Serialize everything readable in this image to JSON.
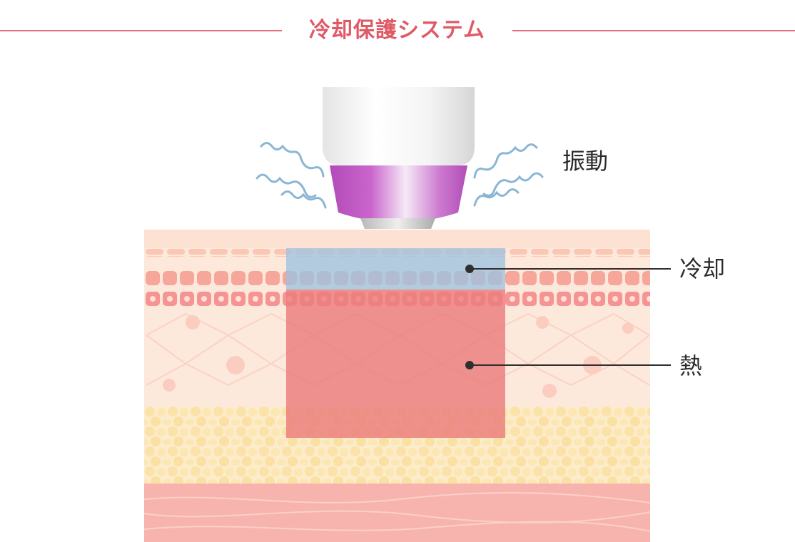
{
  "title": "冷却保護システム",
  "labels": {
    "vibration": "振動",
    "cooling": "冷却",
    "heat": "熱"
  },
  "colors": {
    "accent": "#e05a66",
    "cooling_zone": "#9ec3e0",
    "heat_zone": "#ea7d7d",
    "probe_tip": "#c45bc7",
    "skin_surface": "#fde2d4",
    "fat_layer": "#fbe7c4",
    "muscle_layer": "#f7b2ad",
    "wave": "#8ab6d6"
  }
}
